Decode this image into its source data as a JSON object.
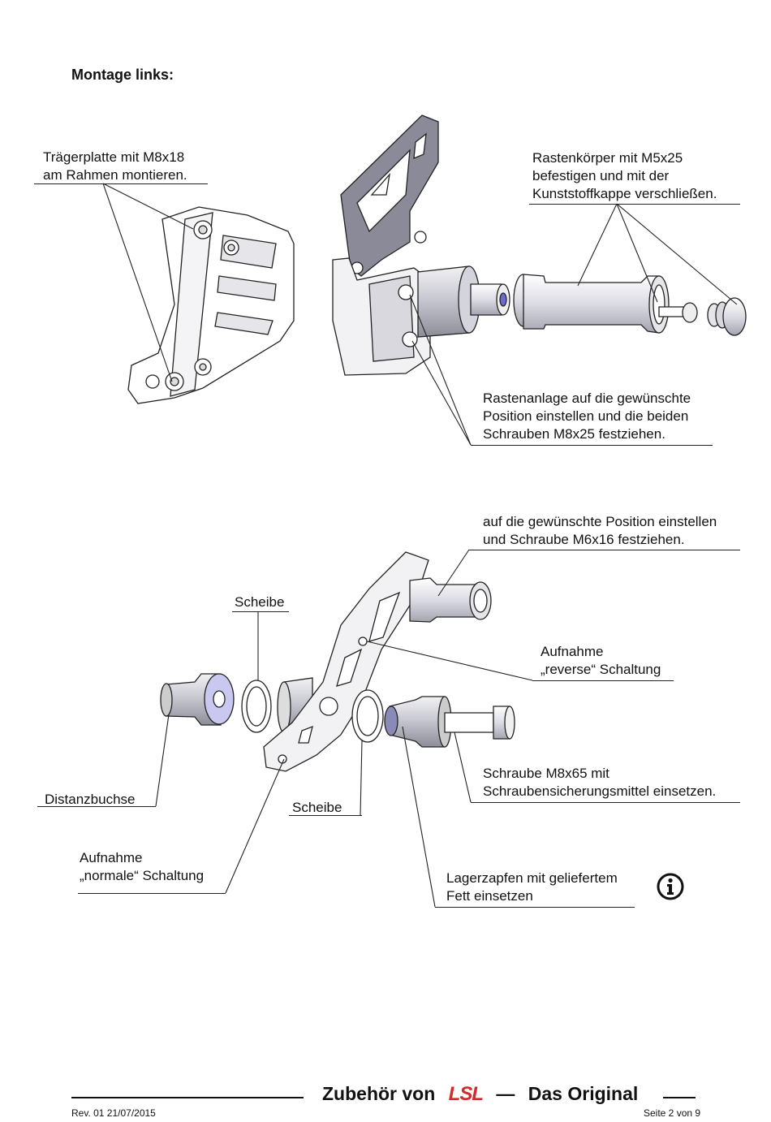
{
  "heading": "Montage links:",
  "callouts": {
    "traegerplatte": "Trägerplatte mit M8x18\nam Rahmen montieren.",
    "rastenkoerper": "Rastenkörper mit M5x25\nbefestigen und mit der\nKunststoffkappe verschließen.",
    "rastenanlage": "Rastenanlage auf die gewünschte\nPosition einstellen und die beiden\nSchrauben M8x25 festziehen.",
    "position_m6": "auf die gewünschte  Position einstellen\nund Schraube M6x16 festziehen.",
    "scheibe_top": "Scheibe",
    "aufnahme_reverse": "Aufnahme\n„reverse“ Schaltung",
    "distanzbuchse": "Distanzbuchse",
    "scheibe_bottom": "Scheibe",
    "schraube_m8x65": "Schraube M8x65 mit\nSchraubensicherungsmittel einsetzen.",
    "aufnahme_normale": "Aufnahme\n„normale“ Schaltung",
    "lagerzapfen": "Lagerzapfen mit geliefertem\nFett einsetzen"
  },
  "footer": {
    "prefix": "Zubehör von",
    "brand": "LSL",
    "dash": "—",
    "suffix": "Das Original",
    "revision": "Rev. 01 21/07/2015",
    "page": "Seite 2 von 9"
  },
  "colors": {
    "text": "#111111",
    "brand_red": "#d42a2a",
    "part_highlight": "#c8c8f0",
    "plate_gray": "#8a8a98"
  },
  "icons": [
    "info-icon"
  ]
}
